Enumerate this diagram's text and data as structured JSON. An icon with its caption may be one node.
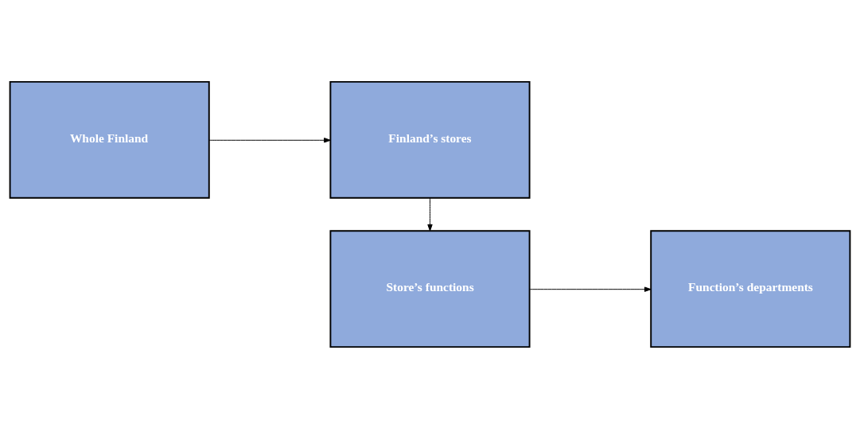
{
  "diagram": {
    "nodes": [
      {
        "text": [
          "Whole Finland"
        ]
      },
      {
        "text": [
          "Finland’s stores"
        ]
      },
      {
        "text": [
          "Store’s functions"
        ]
      },
      {
        "text": [
          "Function’s departments"
        ]
      }
    ],
    "edges": [
      {
        "from": 0,
        "to": 1,
        "arrow": "to"
      },
      {
        "from": 1,
        "to": 2,
        "arrow": "to"
      },
      {
        "from": 2,
        "to": 3,
        "arrow": "to"
      }
    ]
  }
}
